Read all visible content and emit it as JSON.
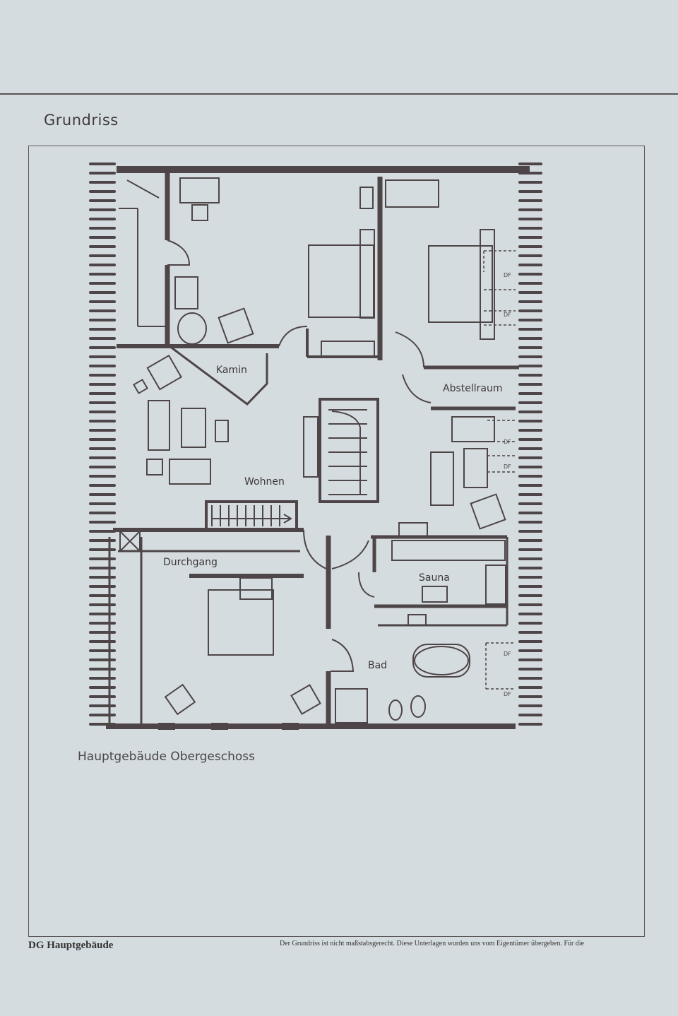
{
  "page_title": "Grundriss",
  "caption": "Hauptgebäude Obergeschoss",
  "footer": {
    "left": "DG Hauptgebäude",
    "right": "Der Grundriss ist nicht maßstabsgerecht. Diese Unterlagen wurden uns vom Eigentümer übergeben. Für die"
  },
  "rooms": {
    "kamin": "Kamin",
    "abstellraum": "Abstellraum",
    "wohnen": "Wohnen",
    "durchgang": "Durchgang",
    "sauna": "Sauna",
    "bad": "Bad"
  },
  "window_mark": "DF",
  "colors": {
    "paper": "#d5dcdf",
    "ink": "#4d4547"
  }
}
